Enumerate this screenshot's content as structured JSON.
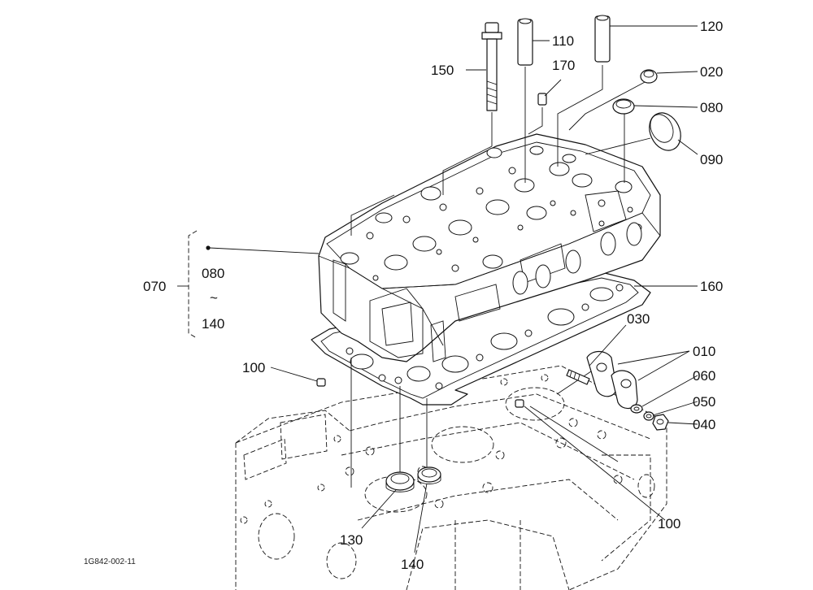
{
  "diagram": {
    "drawing_code": "1G842-002-11",
    "callouts": {
      "c150": "150",
      "c110": "110",
      "c120": "120",
      "c170": "170",
      "c020": "020",
      "c080_top": "080",
      "c090": "090",
      "c070": "070",
      "c080_group": "080",
      "c_tilde": "~",
      "c140_group": "140",
      "c160": "160",
      "c030": "030",
      "c010": "010",
      "c100_left": "100",
      "c060": "060",
      "c050": "050",
      "c040": "040",
      "c130": "130",
      "c140_bottom": "140",
      "c100_right": "100"
    }
  }
}
